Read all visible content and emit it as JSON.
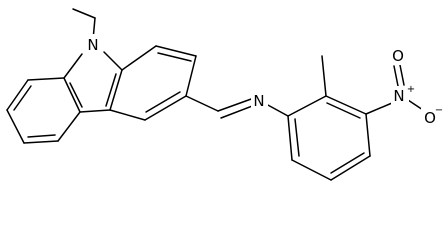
{
  "molecule": {
    "atoms": {
      "n_carbazole": "N",
      "n_imine": "N",
      "n_nitro": "N",
      "n_nitro_charge": "+",
      "o_nitro_top": "O",
      "o_nitro_right": "O",
      "o_nitro_right_charge": "−"
    }
  }
}
